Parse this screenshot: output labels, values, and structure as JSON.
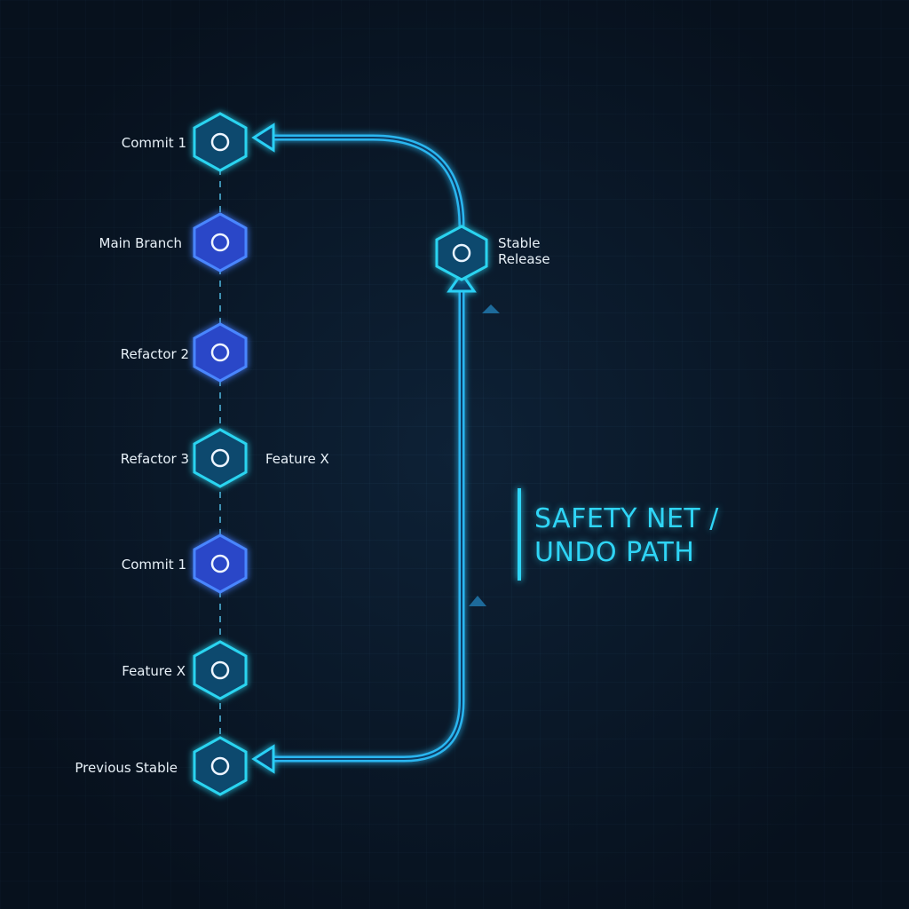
{
  "nodes": [
    {
      "label": "Commit 1",
      "style": "cyan"
    },
    {
      "label": "Main Branch",
      "style": "blue"
    },
    {
      "label": "Refactor 2",
      "style": "blue"
    },
    {
      "label": "Refactor 3",
      "style": "cyan",
      "side_label": "Feature X"
    },
    {
      "label": "Commit 1",
      "style": "blue"
    },
    {
      "label": "Feature X",
      "style": "cyan"
    },
    {
      "label": "Previous Stable",
      "style": "cyan"
    }
  ],
  "stable_node": {
    "label_line1": "Stable",
    "label_line2": "Release"
  },
  "title": {
    "line1": "SAFETY NET /",
    "line2": "UNDO PATH"
  },
  "colors": {
    "background": "#0a1828",
    "accent": "#2fd5f6",
    "cyan_node": "#0f4a6e",
    "blue_node": "#2a46c8"
  }
}
